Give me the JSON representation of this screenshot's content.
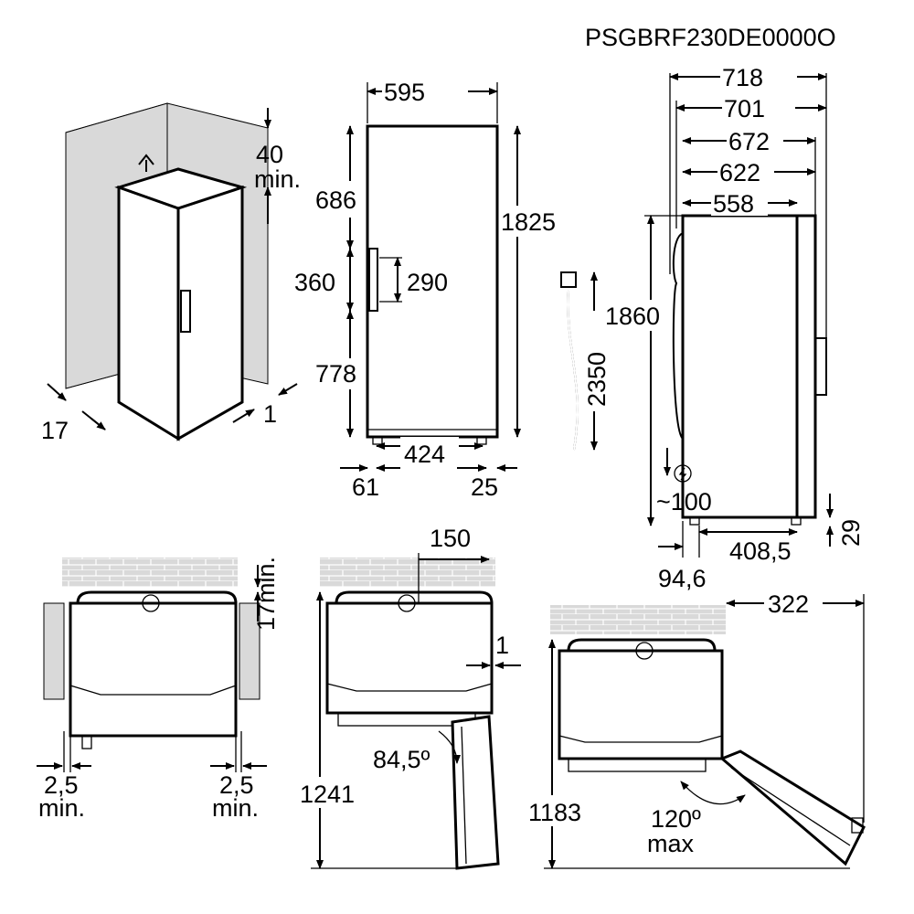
{
  "title": "PSGBRF230DE0000O",
  "colors": {
    "wall": "#d9d9d9",
    "line": "#000000"
  },
  "icons": [
    "plug-icon",
    "electric-symbol-icon",
    "arrow-up-icon"
  ],
  "perspective": {
    "top_gap": "40",
    "top_gap_unit": "min.",
    "side_gap": "17",
    "right_gap": "1"
  },
  "front": {
    "width": "595",
    "upper": "686",
    "height": "1825",
    "handle_zone": "360",
    "handle": "290",
    "lower": "778",
    "feet_span": "424",
    "left_offset": "61",
    "right_offset": "25"
  },
  "cable": {
    "length": "2350"
  },
  "side": {
    "d718": "718",
    "d701": "701",
    "d672": "672",
    "d622": "622",
    "d558": "558",
    "height": "1860",
    "plug_height": "~100",
    "foot_height": "29",
    "foot_span": "408,5",
    "foot_offset": "94,6"
  },
  "plan1": {
    "rear_gap": "17min.",
    "left_gap": "2,5",
    "left_unit": "min.",
    "right_gap": "2,5",
    "right_unit": "min."
  },
  "plan2": {
    "rear": "150",
    "side": "1",
    "angle": "84,5º",
    "depth": "1241"
  },
  "plan3": {
    "width": "322",
    "depth": "1183",
    "angle": "120º",
    "angle_unit": "max"
  }
}
